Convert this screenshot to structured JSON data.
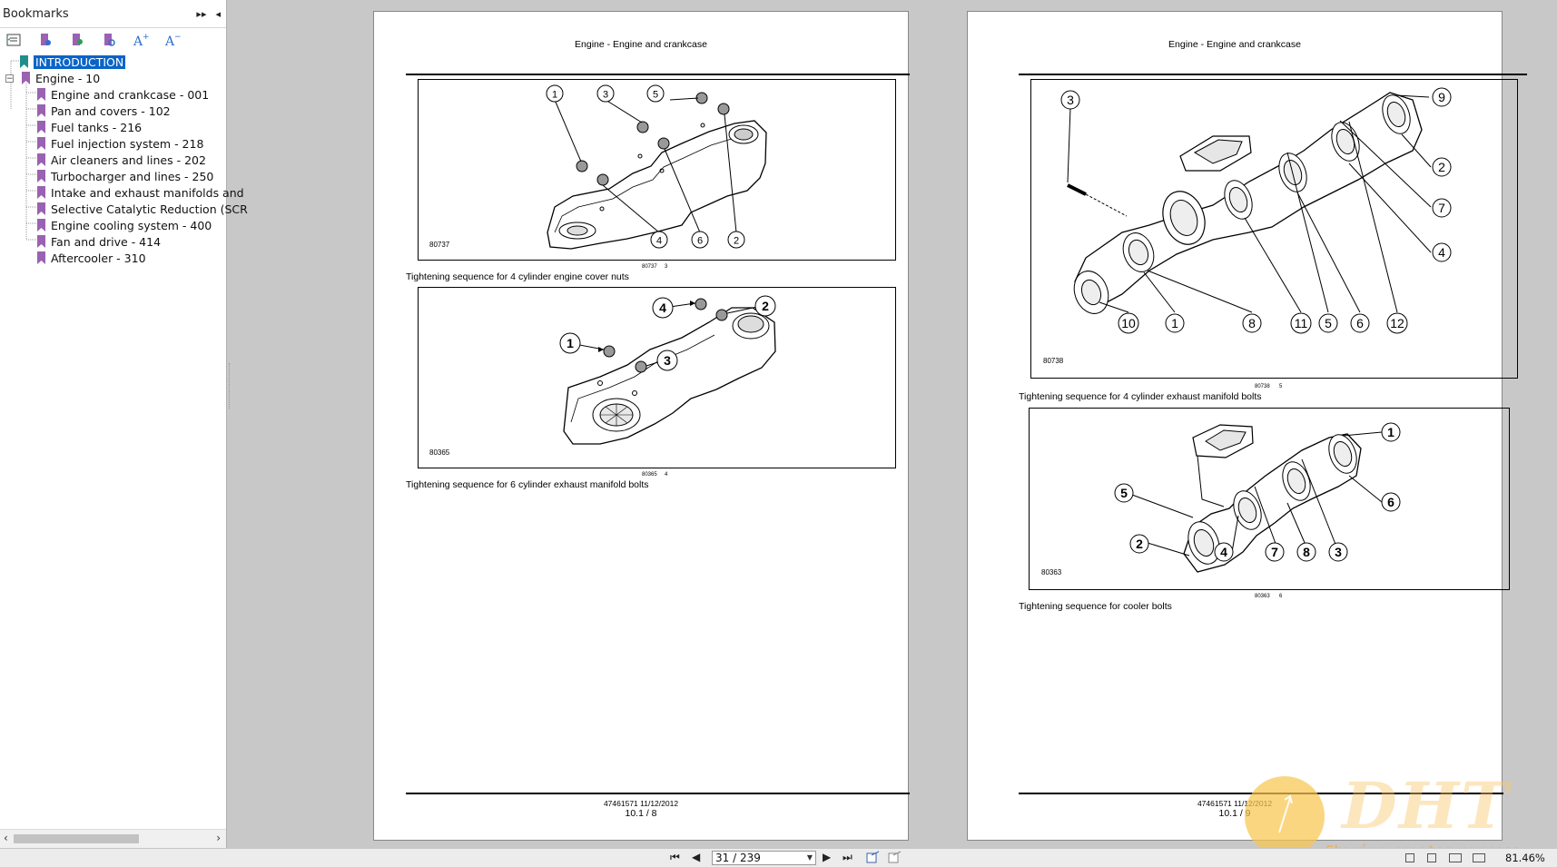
{
  "sidebar": {
    "title": "Bookmarks",
    "header_controls": [
      "▸▸",
      "◂"
    ],
    "items": [
      {
        "label": "INTRODUCTION",
        "selected": true,
        "color": "#1f8f8a"
      },
      {
        "label": "Engine - 10",
        "expanded": true,
        "color": "#9a62b0"
      },
      {
        "label": "Engine and crankcase - 001",
        "color": "#9a62b0"
      },
      {
        "label": "Pan and covers - 102",
        "color": "#9a62b0"
      },
      {
        "label": "Fuel tanks - 216",
        "color": "#9a62b0"
      },
      {
        "label": "Fuel injection system - 218",
        "color": "#9a62b0"
      },
      {
        "label": "Air cleaners and lines - 202",
        "color": "#9a62b0"
      },
      {
        "label": "Turbocharger and lines - 250",
        "color": "#9a62b0"
      },
      {
        "label": "Intake and exhaust manifolds and",
        "color": "#9a62b0"
      },
      {
        "label": "Selective Catalytic Reduction (SCR",
        "color": "#9a62b0"
      },
      {
        "label": "Engine cooling system - 400",
        "color": "#9a62b0"
      },
      {
        "label": "Fan and drive - 414",
        "color": "#9a62b0"
      },
      {
        "label": "Aftercooler - 310",
        "color": "#9a62b0"
      }
    ],
    "expander_minus": "−"
  },
  "pages": [
    {
      "header": "Engine - Engine and crankcase",
      "figures": [
        {
          "code": "80737",
          "small_ref": "80737",
          "small_num": "3",
          "caption": "Tightening sequence for 4 cylinder engine cover nuts",
          "callouts": [
            "1",
            "3",
            "5",
            "4",
            "6",
            "2"
          ]
        },
        {
          "code": "80365",
          "small_ref": "80365",
          "small_num": "4",
          "caption": "Tightening sequence for 6 cylinder exhaust manifold bolts",
          "callouts": [
            "4",
            "2",
            "1",
            "3"
          ]
        }
      ],
      "footer_doc": "47461571 11/12/2012",
      "footer_page": "10.1 / 8"
    },
    {
      "header": "Engine - Engine and crankcase",
      "figures": [
        {
          "code": "80738",
          "small_ref": "80738",
          "small_num": "5",
          "caption": "Tightening sequence for 4 cylinder exhaust manifold bolts",
          "callouts": [
            "3",
            "9",
            "2",
            "7",
            "4",
            "10",
            "1",
            "8",
            "11",
            "5",
            "6",
            "12"
          ]
        },
        {
          "code": "80363",
          "small_ref": "80363",
          "small_num": "6",
          "caption": "Tightening sequence for cooler bolts",
          "callouts": [
            "1",
            "6",
            "5",
            "2",
            "4",
            "7",
            "8",
            "3"
          ]
        }
      ],
      "footer_doc": "47461571 11/12/2012",
      "footer_page": "10.1 / 9"
    }
  ],
  "toolbar": {
    "first": "⏮",
    "prev": "◀",
    "page_value": "31 / 239",
    "next": "▶",
    "last": "⏭",
    "zoom": "81.46%"
  },
  "watermark": {
    "letters": "DHT",
    "tagline": "Sharing creates success"
  }
}
